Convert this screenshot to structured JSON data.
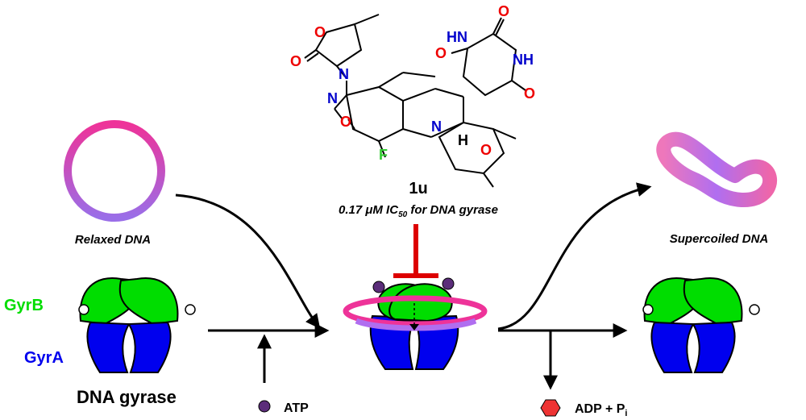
{
  "compound": {
    "name": "1u",
    "activity_value": "0.17 μM IC",
    "activity_subscript": "50",
    "activity_target": " for DNA gyrase"
  },
  "structure_atoms": {
    "nh_top": "HN",
    "o_top": "O",
    "nh_right": "NH",
    "o_left": "O",
    "o_ring": "O",
    "n_ox": "N",
    "o_carbonyl": "O",
    "n_isox": "N",
    "o_isox": "O",
    "o_barb_right": "O",
    "n_quin": "N",
    "h_stereo": "H",
    "o_morph": "O",
    "f": "F"
  },
  "labels": {
    "relaxed_dna": "Relaxed  DNA",
    "supercoiled_dna": "Supercoiled  DNA",
    "gyrb": "GyrB",
    "gyra": "GyrA",
    "dna_gyrase": "DNA gyrase",
    "atp": "ATP",
    "adp": "ADP + P",
    "adp_sub": "i"
  },
  "colors": {
    "gyrb": "#00dd00",
    "gyra": "#0000ee",
    "inhibit": "#dd0000",
    "atp": "#5b2d7a",
    "adp": "#ee3333",
    "heteroatom_o": "#ee0000",
    "heteroatom_n": "#0000cc",
    "fluorine": "#33cc33"
  }
}
